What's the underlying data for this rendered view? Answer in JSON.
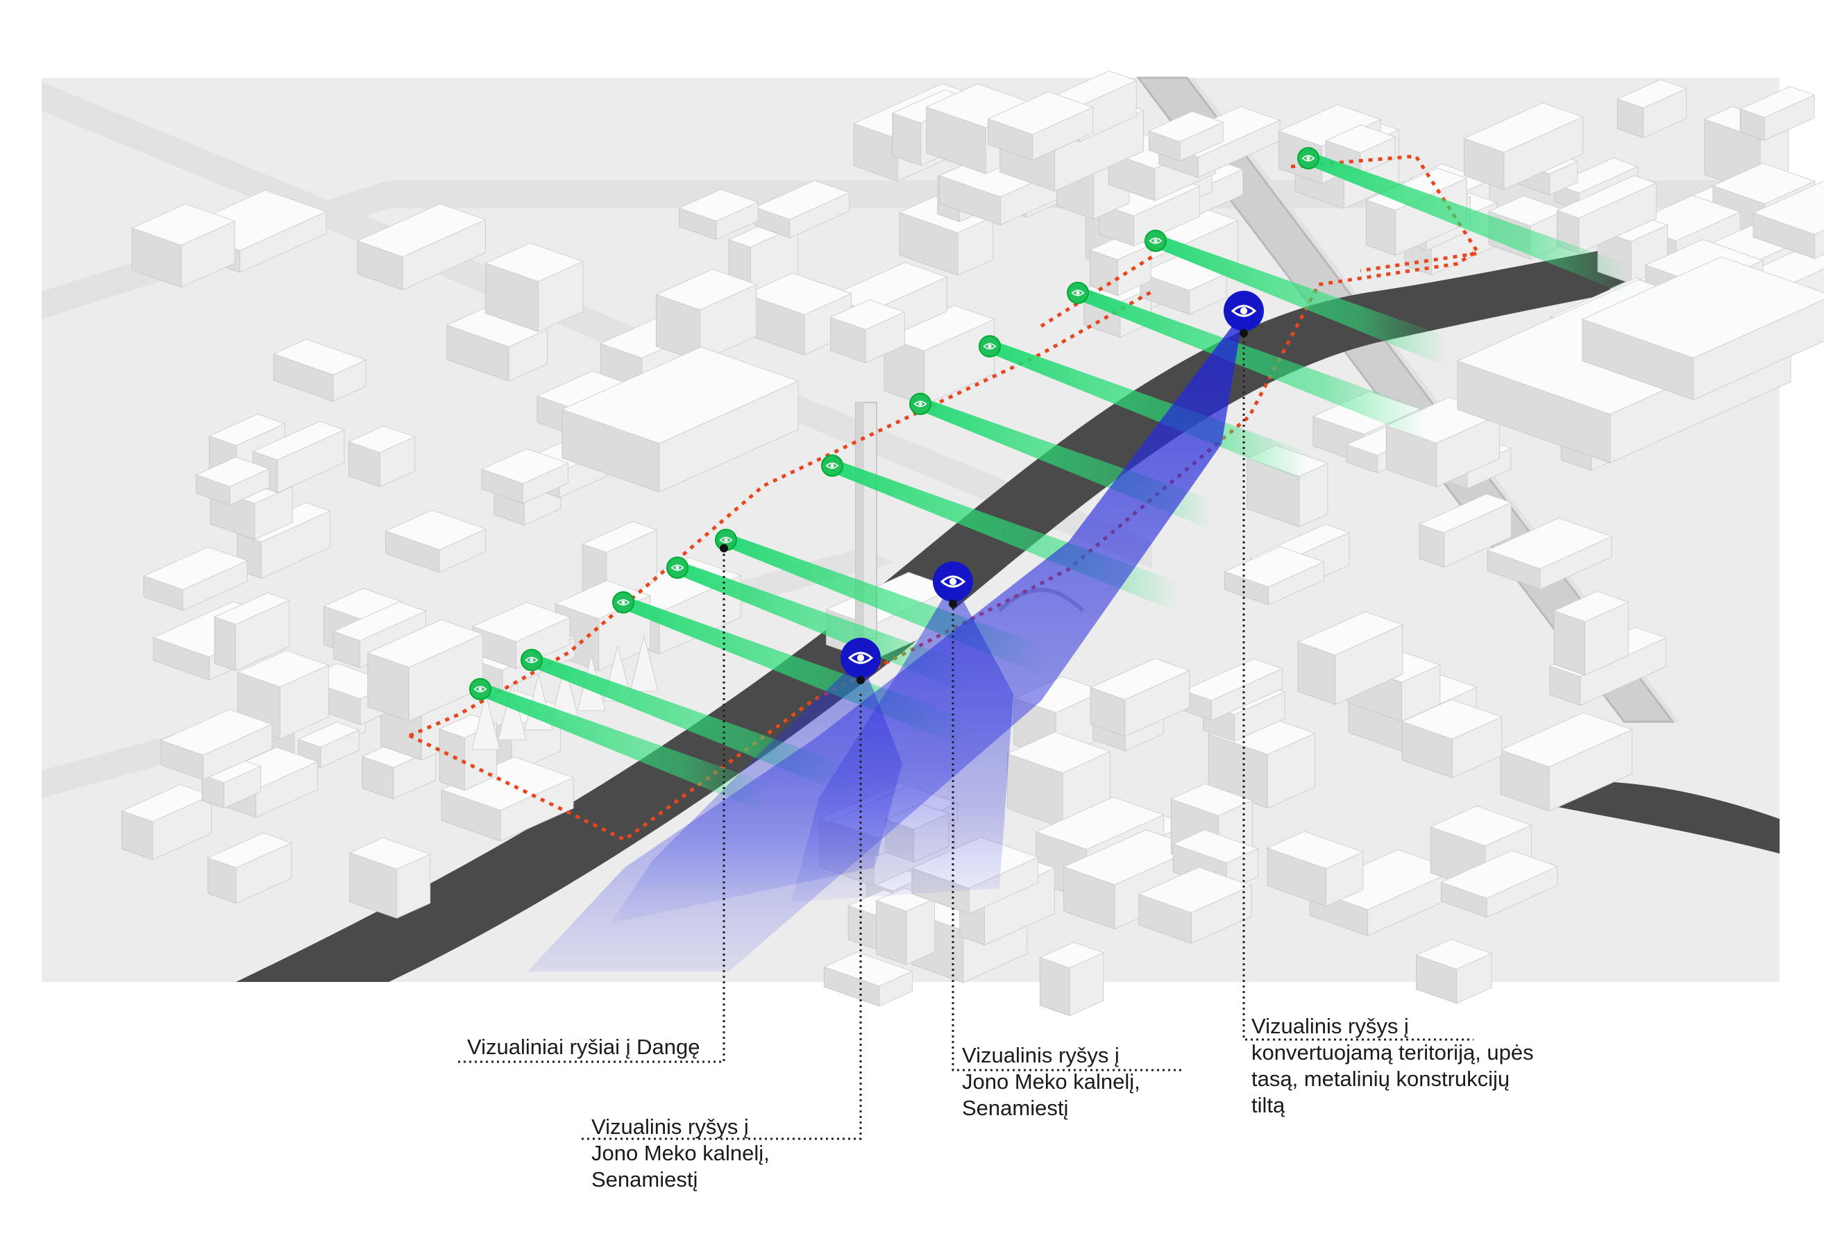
{
  "labels": {
    "dange": "Vizualiniai ryšiai į Dangę",
    "meko_1": [
      "Vizualinis ryšys į",
      "Jono Meko kalnelį,",
      "Senamiestį"
    ],
    "meko_2": [
      "Vizualinis ryšys į",
      "Jono Meko kalnelį,",
      "Senamiestį"
    ],
    "territory": [
      "Vizualinis ryšys į",
      "konvertuojamą teritoriją, upės",
      "tasą, metalinių konstrukcijų",
      "tiltą"
    ]
  },
  "viewpoints": {
    "green_count": 11,
    "blue_count": 3,
    "icon": "eye-icon"
  },
  "colors": {
    "background": "#ffffff",
    "ground": "#ececec",
    "building_top": "#fafafa",
    "building_side": "#d6d6d6",
    "river": "#4a4a4a",
    "green_ray": "#2ee07a",
    "blue_ray": "#2a2fd6",
    "blue_marker": "#1515c8",
    "green_marker": "#22c55e",
    "boundary": "#e8461e",
    "leader_line": "#222222"
  }
}
